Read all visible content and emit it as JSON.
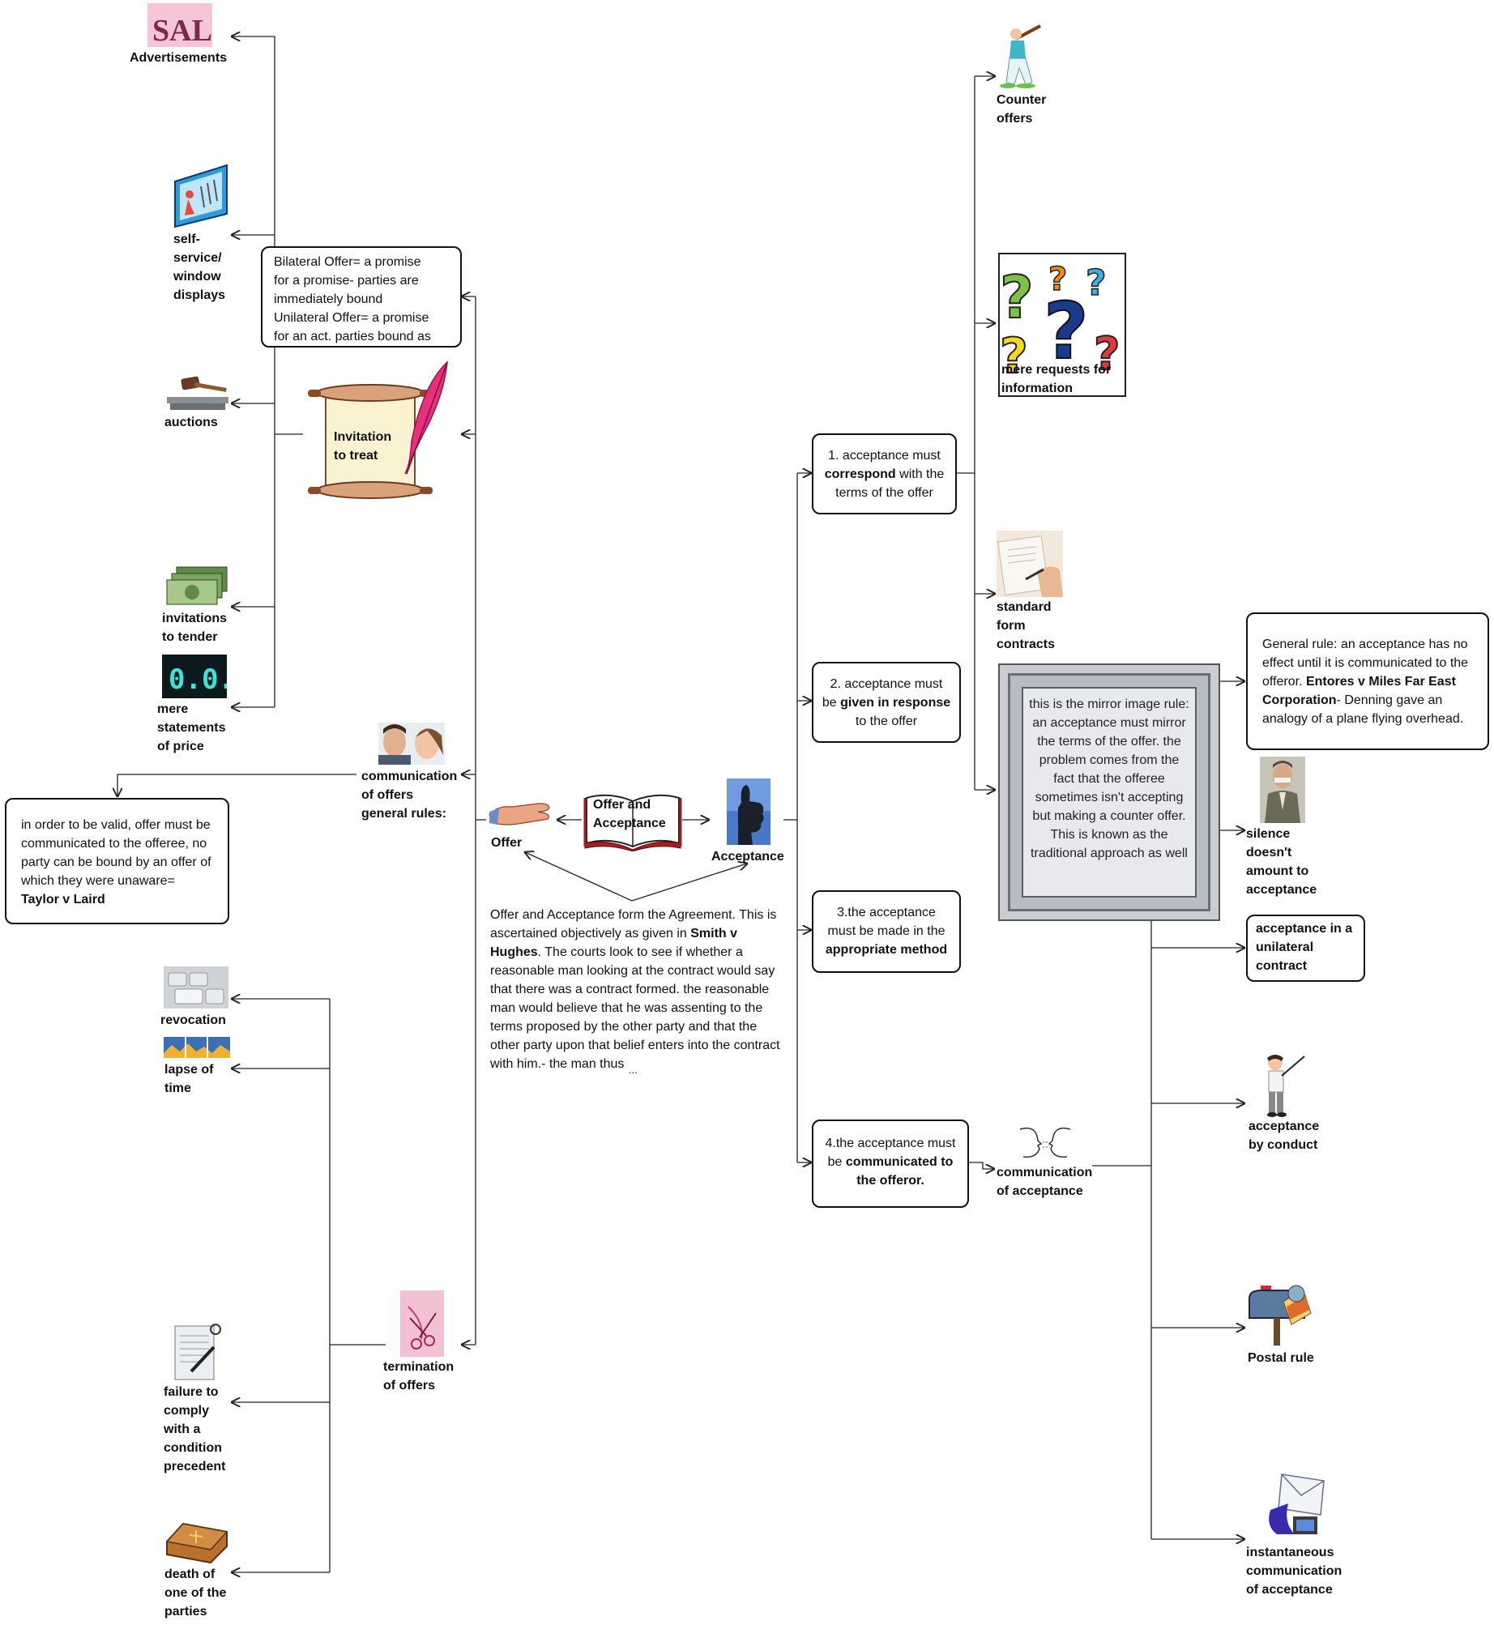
{
  "center": {
    "title_line1": "Offer and",
    "title_line2": "Acceptance",
    "offer": "Offer",
    "acceptance": "Acceptance",
    "description_pre": "Offer and Acceptance form the Agreement. This is ascertained objectively as given in ",
    "description_case": "Smith v Hughes",
    "description_post": ". The courts look to see if whether a reasonable man looking at the contract would say that there was a contract formed. the reasonable man would believe that he was assenting to the terms proposed by the other party and that the other party upon that belief enters into the contract with him.- the man thus",
    "ellipsis": "..."
  },
  "offer_branch": {
    "invitation": {
      "line1": "Invitation",
      "line2": "to treat"
    },
    "bilateral_box": [
      "Bilateral Offer= a promise",
      "for a promise- parties are",
      "immediately bound",
      "Unilateral Offer= a promise",
      "for an act. parties bound as"
    ],
    "invitation_items": [
      {
        "lines": [
          "Advertisements"
        ]
      },
      {
        "lines": [
          "self-",
          "service/",
          "window",
          "displays"
        ]
      },
      {
        "lines": [
          "auctions"
        ]
      },
      {
        "lines": [
          "invitations",
          "to tender"
        ]
      },
      {
        "lines": [
          "mere",
          "statements",
          "of price"
        ]
      }
    ],
    "communication": {
      "lines": [
        "communication",
        "of offers",
        "general rules:"
      ]
    },
    "communication_box": {
      "text": "in order to be valid, offer must be communicated to the offeree, no party can be bound by an offer of which they were unaware= ",
      "case": "Taylor v Laird"
    },
    "termination": {
      "lines": [
        "termination",
        "of offers"
      ]
    },
    "termination_items": [
      {
        "lines": [
          "revocation"
        ]
      },
      {
        "lines": [
          "lapse of",
          "time"
        ]
      },
      {
        "lines": [
          "failure to",
          "comply",
          "with a",
          "condition",
          "precedent"
        ]
      },
      {
        "lines": [
          "death of",
          "one of the",
          "parties"
        ]
      }
    ]
  },
  "acceptance_branch": {
    "rule1": {
      "pre": "1. acceptance must ",
      "bold": "correspond",
      "post": " with the terms of the offer"
    },
    "rule2": {
      "pre": "2. acceptance must be ",
      "bold": "given in response",
      "post": " to the offer"
    },
    "rule3": {
      "pre": "3.the acceptance must be made in the ",
      "bold": "appropriate method",
      "post": ""
    },
    "rule4": {
      "pre": "4.the acceptance must be ",
      "bold": "communicated to the offeror.",
      "post": ""
    },
    "counter_offers": [
      "Counter",
      "offers"
    ],
    "requests": [
      "mere requests for",
      "information"
    ],
    "standard_form": [
      "standard",
      "form",
      "contracts"
    ],
    "mirror_text": "this is the mirror image rule: an acceptance must mirror the terms of the offer. the problem comes from the fact that the offeree sometimes isn't accepting but making a counter offer. This is known as the traditional approach as well",
    "general_rule": {
      "pre": "General rule: an acceptance has no effect until it is communicated to the offeror. ",
      "case": "Entores v Miles Far East Corporation",
      "post": "- Denning gave an analogy of a plane flying overhead."
    },
    "silence": [
      "silence",
      "doesn't",
      "amount to",
      "acceptance"
    ],
    "unilateral": [
      "acceptance in a",
      "unilateral",
      "contract"
    ],
    "communication_of_acceptance": [
      "communication",
      "of acceptance"
    ],
    "by_conduct": [
      "acceptance",
      "by conduct"
    ],
    "postal_rule": [
      "Postal rule"
    ],
    "instantaneous": [
      "instantaneous",
      "communication",
      "of acceptance"
    ]
  },
  "icons": {
    "sale": "sale-sign-icon",
    "window": "window-display-icon",
    "gavel": "auction-gavel-icon",
    "money": "money-stack-icon",
    "price": "digital-price-display-icon",
    "scroll": "scroll-quill-icon",
    "whisper": "whispering-people-icon",
    "hand": "offering-hand-icon",
    "book": "open-book-icon",
    "thumb": "thumbs-up-icon",
    "scissors": "scissors-icon",
    "keyboard": "keyboard-icon",
    "landscape": "landscape-timeline-icon",
    "document": "document-pen-icon",
    "coffin": "coffin-icon",
    "baseball": "baseball-player-icon",
    "questions": "question-marks-icon",
    "paper": "paper-signing-icon",
    "man": "silent-man-icon",
    "teacher": "pointing-man-icon",
    "faces": "talking-faces-icon",
    "mailbox": "mailbox-icon",
    "email": "email-letter-icon"
  },
  "colors": {
    "line": "#222222",
    "box_border": "#111111",
    "mirror_frame": "#c9cdd3"
  }
}
